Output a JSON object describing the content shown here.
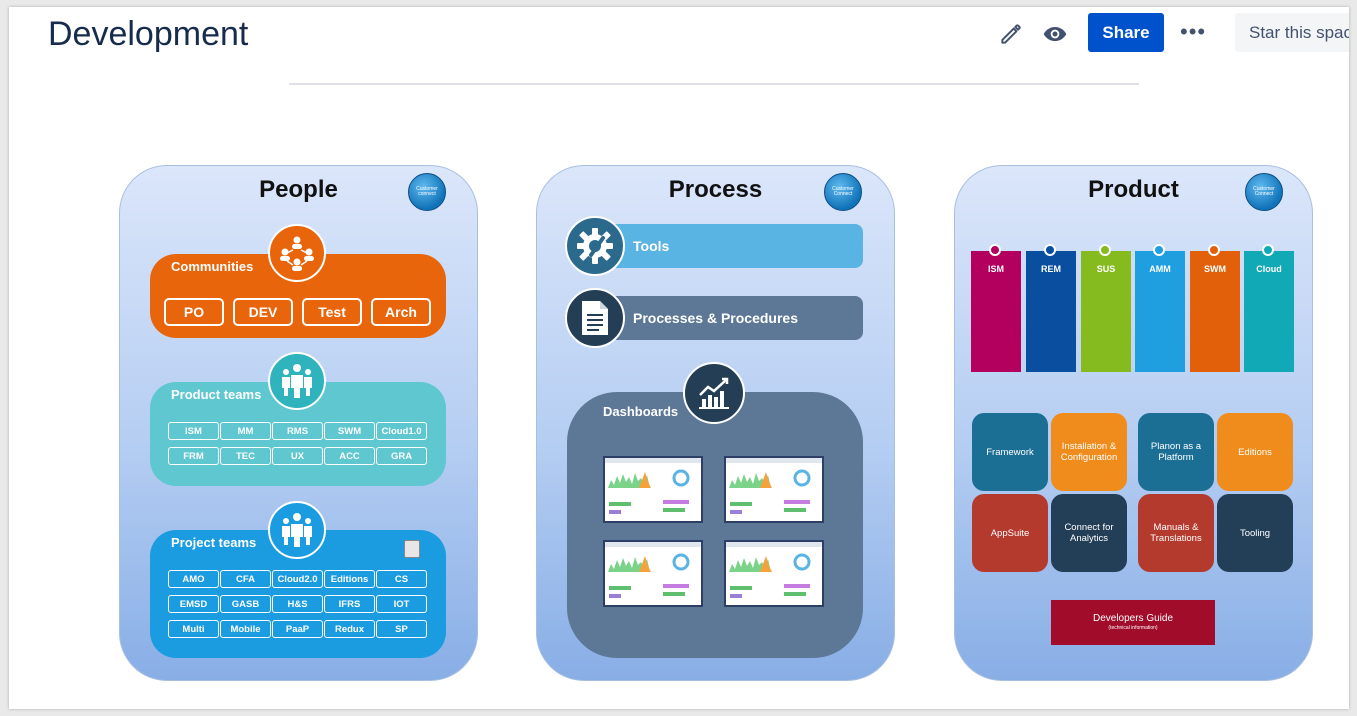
{
  "header": {
    "title": "Development",
    "share_label": "Share",
    "more_label": "•••",
    "star_label": "Star this space"
  },
  "colors": {
    "brand": "#0052cc",
    "communities": "#e8650c",
    "product_teams": "#5ec7cf",
    "project_teams": "#1b9ce0",
    "process_dark": "#5d7896"
  },
  "cards": {
    "people": {
      "title": "People",
      "badge": "Customer connect",
      "communities": {
        "label": "Communities",
        "tags": [
          "PO",
          "DEV",
          "Test",
          "Arch"
        ]
      },
      "product_teams": {
        "label": "Product teams",
        "tags": [
          "ISM",
          "MM",
          "RMS",
          "SWM",
          "Cloud1.0",
          "FRM",
          "TEC",
          "UX",
          "ACC",
          "GRA"
        ]
      },
      "project_teams": {
        "label": "Project teams",
        "tags": [
          "AMO",
          "CFA",
          "Cloud2.0",
          "Editions",
          "CS",
          "EMSD",
          "GASB",
          "H&S",
          "IFRS",
          "IOT",
          "Multi",
          "Mobile",
          "PaaP",
          "Redux",
          "SP"
        ]
      }
    },
    "process": {
      "title": "Process",
      "badge": "Customer Connect",
      "tools_label": "Tools",
      "procedures_label": "Processes & Procedures",
      "dashboards_label": "Dashboards"
    },
    "product": {
      "title": "Product",
      "badge": "Customer Connect",
      "columns": [
        {
          "label": "ISM",
          "color": "#b3005e"
        },
        {
          "label": "REM",
          "color": "#0a4ea0"
        },
        {
          "label": "SUS",
          "color": "#86bb1f"
        },
        {
          "label": "AMM",
          "color": "#1f9fe0"
        },
        {
          "label": "SWM",
          "color": "#e2600a"
        },
        {
          "label": "Cloud",
          "color": "#10a9b5"
        }
      ],
      "tiles": [
        {
          "label": "Framework",
          "color": "#1c6f94"
        },
        {
          "label": "Installation & Configuration",
          "color": "#ef8c1c"
        },
        {
          "label": "Planon as a Platform",
          "color": "#1c6f94"
        },
        {
          "label": "Editions",
          "color": "#ef8c1c"
        },
        {
          "label": "AppSuite",
          "color": "#b53a2e"
        },
        {
          "label": "Connect for Analytics",
          "color": "#233f57"
        },
        {
          "label": "Manuals & Translations",
          "color": "#b53a2e"
        },
        {
          "label": "Tooling",
          "color": "#233f57"
        }
      ],
      "dev_guide": {
        "label": "Developers Guide",
        "sub": "(technical information)"
      }
    }
  }
}
